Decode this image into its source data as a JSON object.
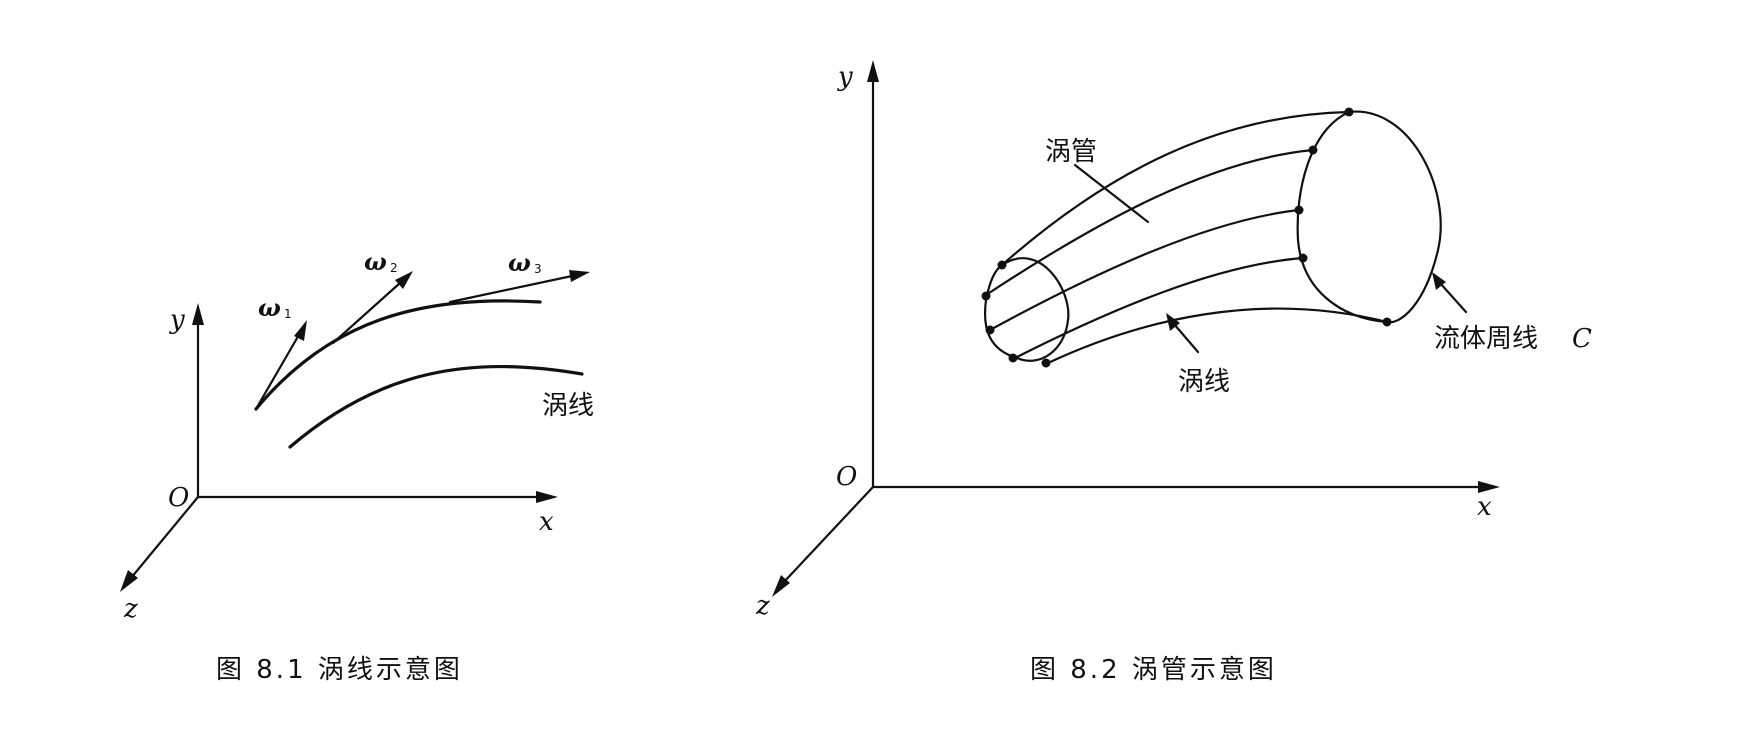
{
  "fig1": {
    "axis_y": "y",
    "axis_x": "x",
    "axis_z": "z",
    "origin": "O",
    "omega1_symbol": "ω",
    "omega1_sub": "1",
    "omega2_symbol": "ω",
    "omega2_sub": "2",
    "omega3_symbol": "ω",
    "omega3_sub": "3",
    "curve_label": "涡线",
    "caption": "图 8.1   涡线示意图"
  },
  "fig2": {
    "axis_y": "y",
    "axis_x": "x",
    "axis_z": "z",
    "origin": "O",
    "tube_label": "涡管",
    "vortex_line_label": "涡线",
    "contour_label": "流体周线",
    "contour_symbol": "C",
    "caption": "图 8.2   涡管示意图"
  }
}
